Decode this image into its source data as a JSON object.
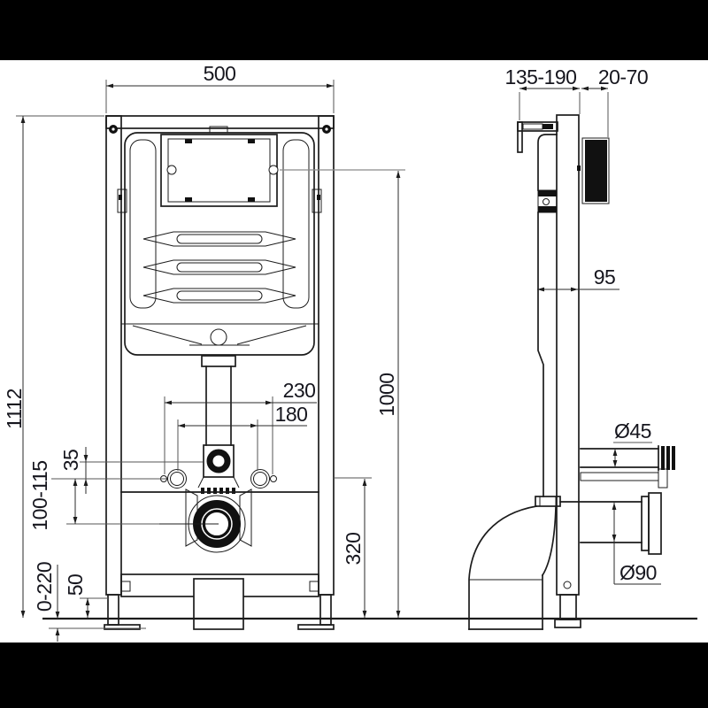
{
  "front": {
    "dims": {
      "width": "500",
      "total_height": "1112",
      "panel_height": "1000",
      "outlet_center_height": "320",
      "bolt_spacing_outer": "230",
      "bolt_spacing_inner": "180",
      "flush_elbow_offset": "35",
      "outlet_height_range": "100-115",
      "frame_bottom_height": "50",
      "leg_adjust_range": "0-220"
    }
  },
  "side": {
    "dims": {
      "depth_range": "135-190",
      "wall_offset_range": "20-70",
      "cistern_depth": "95",
      "supply_pipe_diameter": "Ø45",
      "drain_pipe_diameter": "Ø90"
    }
  },
  "colors": {
    "ink": "#1c1c1c",
    "background": "#ffffff",
    "band": "#000000",
    "label_ink": "#16161e"
  }
}
